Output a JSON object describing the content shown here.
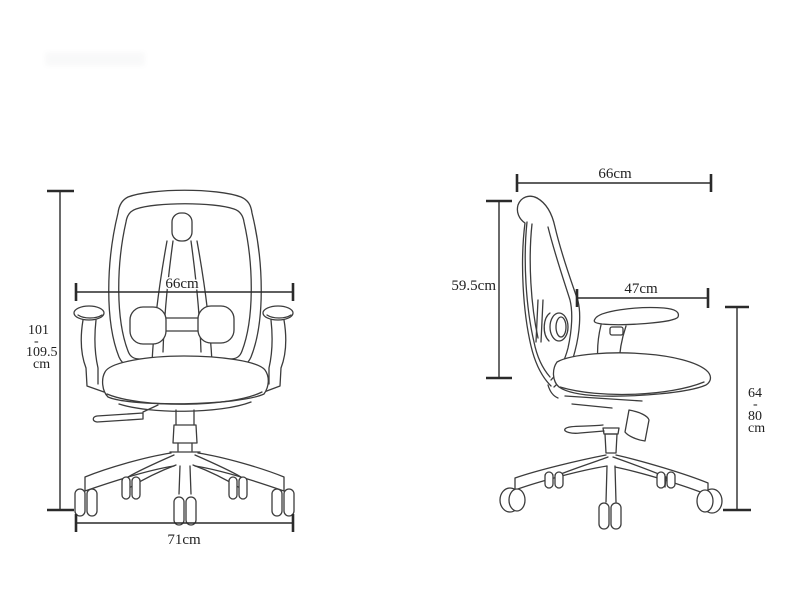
{
  "colors": {
    "background": "#ffffff",
    "chair_line": "#3c3c3c",
    "dimension_line": "#2a2a2a",
    "text": "#1f1f1f"
  },
  "front_view": {
    "backrest_width": "66cm",
    "overall_height": [
      "101",
      "-",
      "109.5",
      "cm"
    ],
    "base_width": "71cm"
  },
  "side_view": {
    "overall_depth": "66cm",
    "backrest_height": "59.5cm",
    "seat_depth": "47cm",
    "seat_height_range": [
      "64",
      "-",
      "80",
      "cm"
    ]
  }
}
